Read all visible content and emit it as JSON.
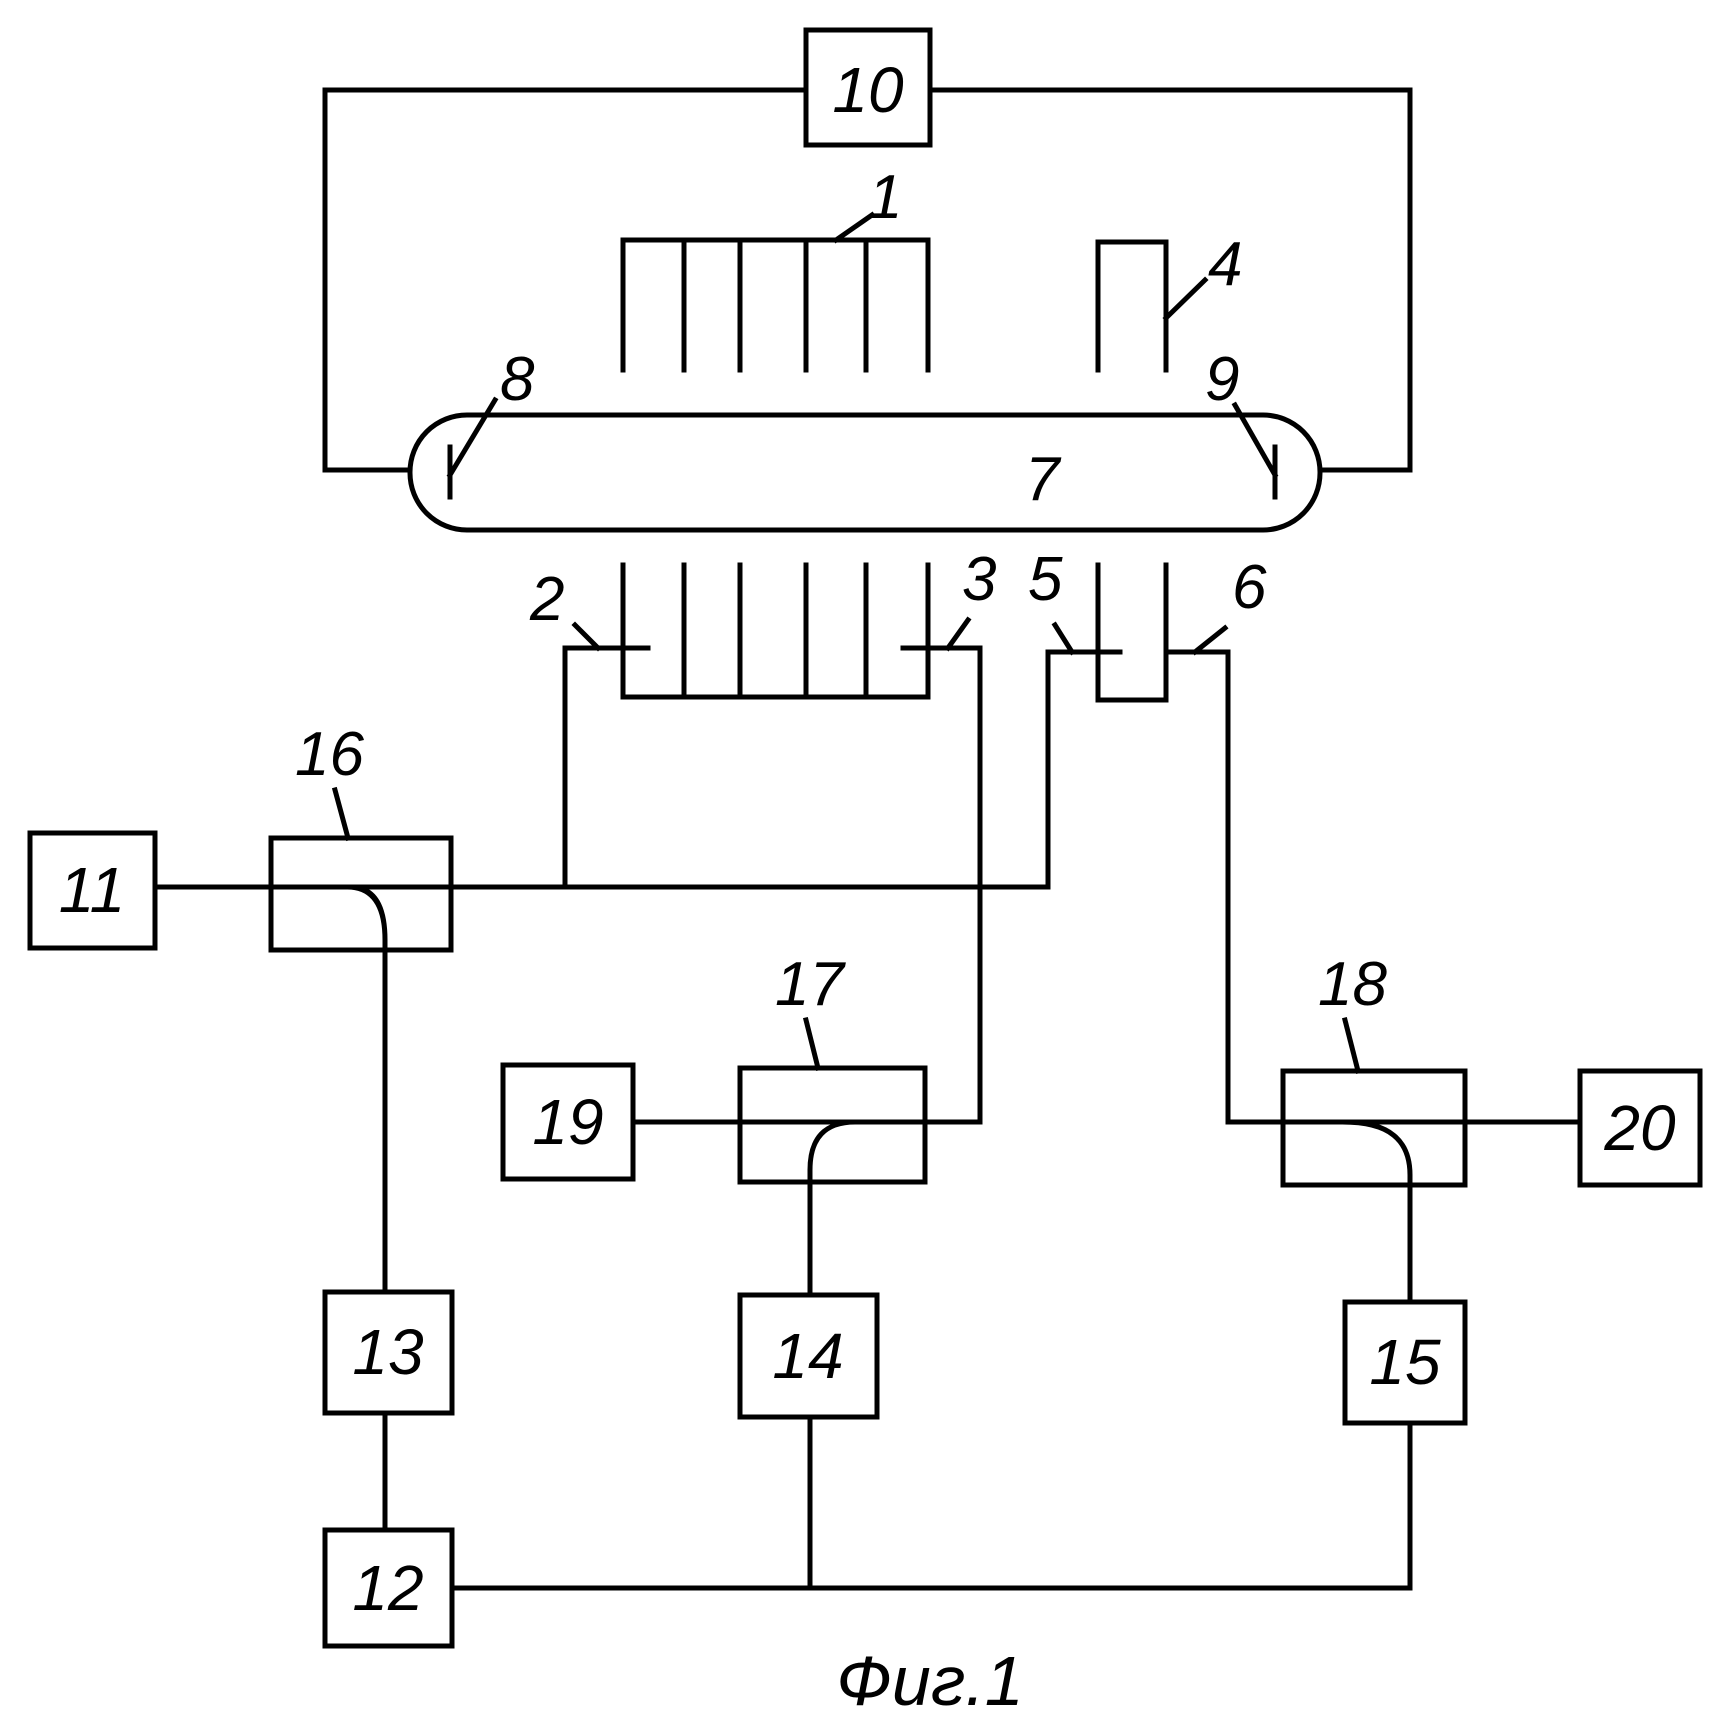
{
  "blocks": {
    "b10": "10",
    "b11": "11",
    "b12": "12",
    "b13": "13",
    "b14": "14",
    "b15": "15",
    "b16": "",
    "b17": "",
    "b18": "",
    "b19": "19",
    "b20": "20"
  },
  "labels": {
    "l1": "1",
    "l2": "2",
    "l3": "3",
    "l4": "4",
    "l5": "5",
    "l6": "6",
    "l7": "7",
    "l8": "8",
    "l9": "9",
    "l16": "16",
    "l17": "17",
    "l18": "18"
  },
  "caption": "Фиг.1"
}
